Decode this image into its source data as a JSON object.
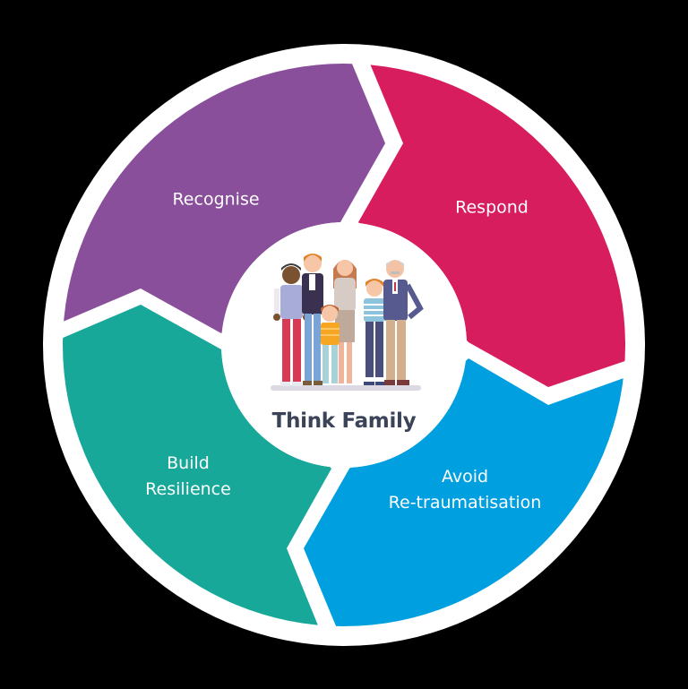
{
  "diagram": {
    "type": "cycle",
    "center": {
      "title": "Think Family",
      "illustration": "family-group-illustration",
      "title_color": "#3b4358"
    },
    "ring_background": "#ffffff",
    "page_background": "#000000",
    "segments": [
      {
        "id": "recognise",
        "label_line1": "Recognise",
        "label_line2": "",
        "color": "#8a4f9a",
        "position": "top-left"
      },
      {
        "id": "respond",
        "label_line1": "Respond",
        "label_line2": "",
        "color": "#d81d5f",
        "position": "top-right"
      },
      {
        "id": "avoid-retraumatisation",
        "label_line1": "Avoid",
        "label_line2": "Re-traumatisation",
        "color": "#009fe0",
        "position": "bottom-right"
      },
      {
        "id": "build-resilience",
        "label_line1": "Build",
        "label_line2": "Resilience",
        "color": "#17a89a",
        "position": "bottom-left"
      }
    ],
    "flow_direction": "clockwise"
  }
}
